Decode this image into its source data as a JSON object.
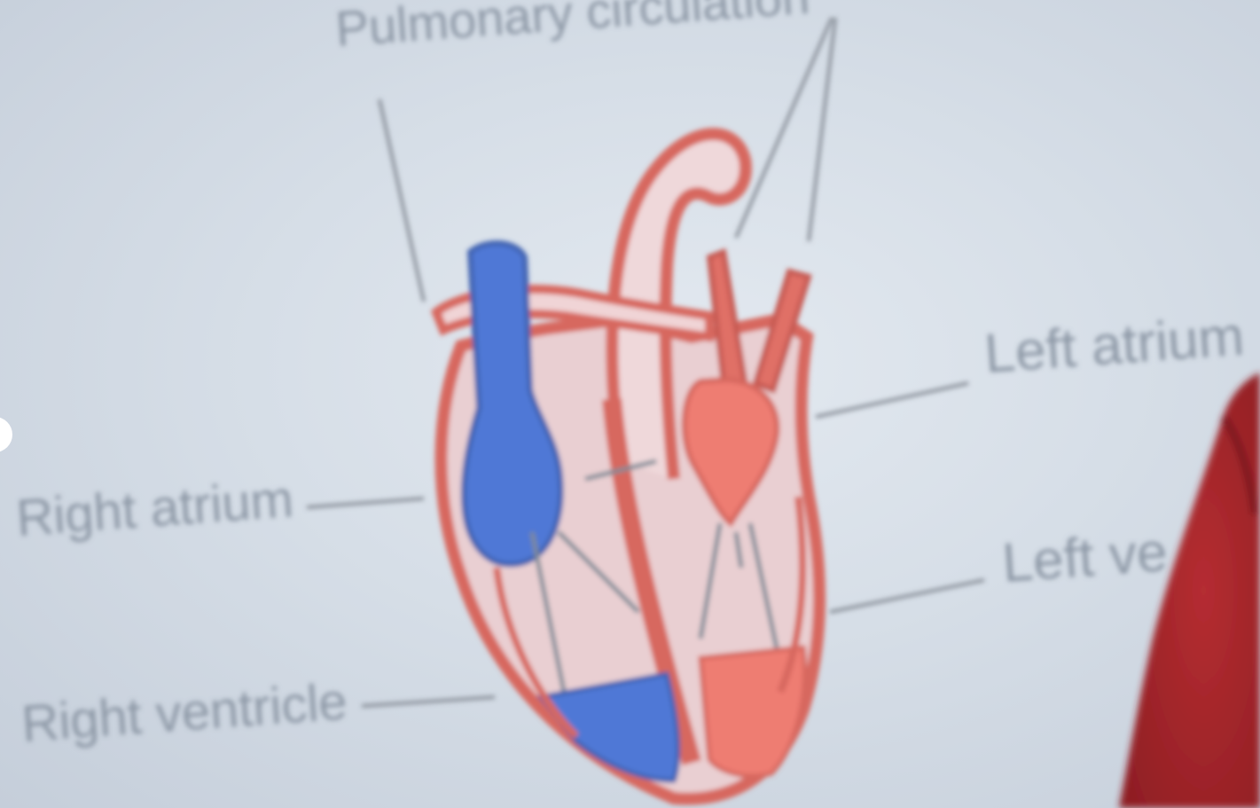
{
  "diagram": {
    "labels": {
      "pulmonary": "Pulmonary circulation",
      "left_atrium": "Left atrium",
      "right_atrium": "Right atrium",
      "left_ventricle": "Left ve",
      "right_ventricle": "Right ventricle"
    },
    "colors": {
      "oxygen_poor": "#4f78d6",
      "oxygen_rich": "#ee7d72",
      "heart_wall": "#d7685e",
      "background": "#d6dee7",
      "label_text": "#8d98a6"
    }
  },
  "presenter": {
    "shirt_color": "#a8262b"
  }
}
